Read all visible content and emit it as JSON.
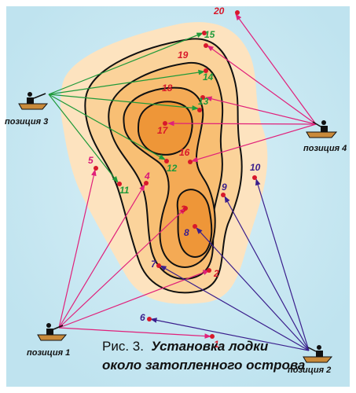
{
  "caption": {
    "prefix": "Рис. 3.",
    "line1": "Установка лодки",
    "line2": "около затопленного острова"
  },
  "positions": [
    {
      "id": "p1",
      "label": "позиция 1"
    },
    {
      "id": "p2",
      "label": "позиция 2"
    },
    {
      "id": "p3",
      "label": "позиция 3"
    },
    {
      "id": "p4",
      "label": "позиция 4"
    }
  ],
  "points": [
    {
      "id": "1",
      "label": "1"
    },
    {
      "id": "2",
      "label": "2"
    },
    {
      "id": "3",
      "label": "3"
    },
    {
      "id": "4",
      "label": "4"
    },
    {
      "id": "5",
      "label": "5"
    },
    {
      "id": "6",
      "label": "6"
    },
    {
      "id": "7",
      "label": "7"
    },
    {
      "id": "8",
      "label": "8"
    },
    {
      "id": "9",
      "label": "9"
    },
    {
      "id": "10",
      "label": "10"
    },
    {
      "id": "11",
      "label": "11"
    },
    {
      "id": "12",
      "label": "12"
    },
    {
      "id": "13",
      "label": "13"
    },
    {
      "id": "14",
      "label": "14"
    },
    {
      "id": "15",
      "label": "15"
    },
    {
      "id": "16",
      "label": "16"
    },
    {
      "id": "17",
      "label": "17"
    },
    {
      "id": "18",
      "label": "18"
    },
    {
      "id": "19",
      "label": "19"
    },
    {
      "id": "20",
      "label": "20"
    }
  ],
  "connections": {
    "p1": [
      "1",
      "2",
      "3",
      "4",
      "5"
    ],
    "p2": [
      "6",
      "7",
      "8",
      "9",
      "10"
    ],
    "p3": [
      "11",
      "12",
      "13",
      "14",
      "15"
    ],
    "p4": [
      "16",
      "17",
      "18",
      "19",
      "20"
    ]
  },
  "colors": {
    "water": "#bfe3ef",
    "contour_1": "#fde3bf",
    "contour_2": "#fbd39b",
    "contour_3": "#f8bf74",
    "contour_4": "#f4aa55",
    "contour_5": "#ee9638",
    "p1_arrows": "#e0207a",
    "p2_arrows": "#3a1e8c",
    "p3_arrows": "#1f9a3a",
    "p4_arrows": "#e0207a",
    "label_red": "#d8182a",
    "label_magenta": "#d8187a",
    "label_purple": "#3a1e8c",
    "label_green": "#1f9a3a"
  }
}
